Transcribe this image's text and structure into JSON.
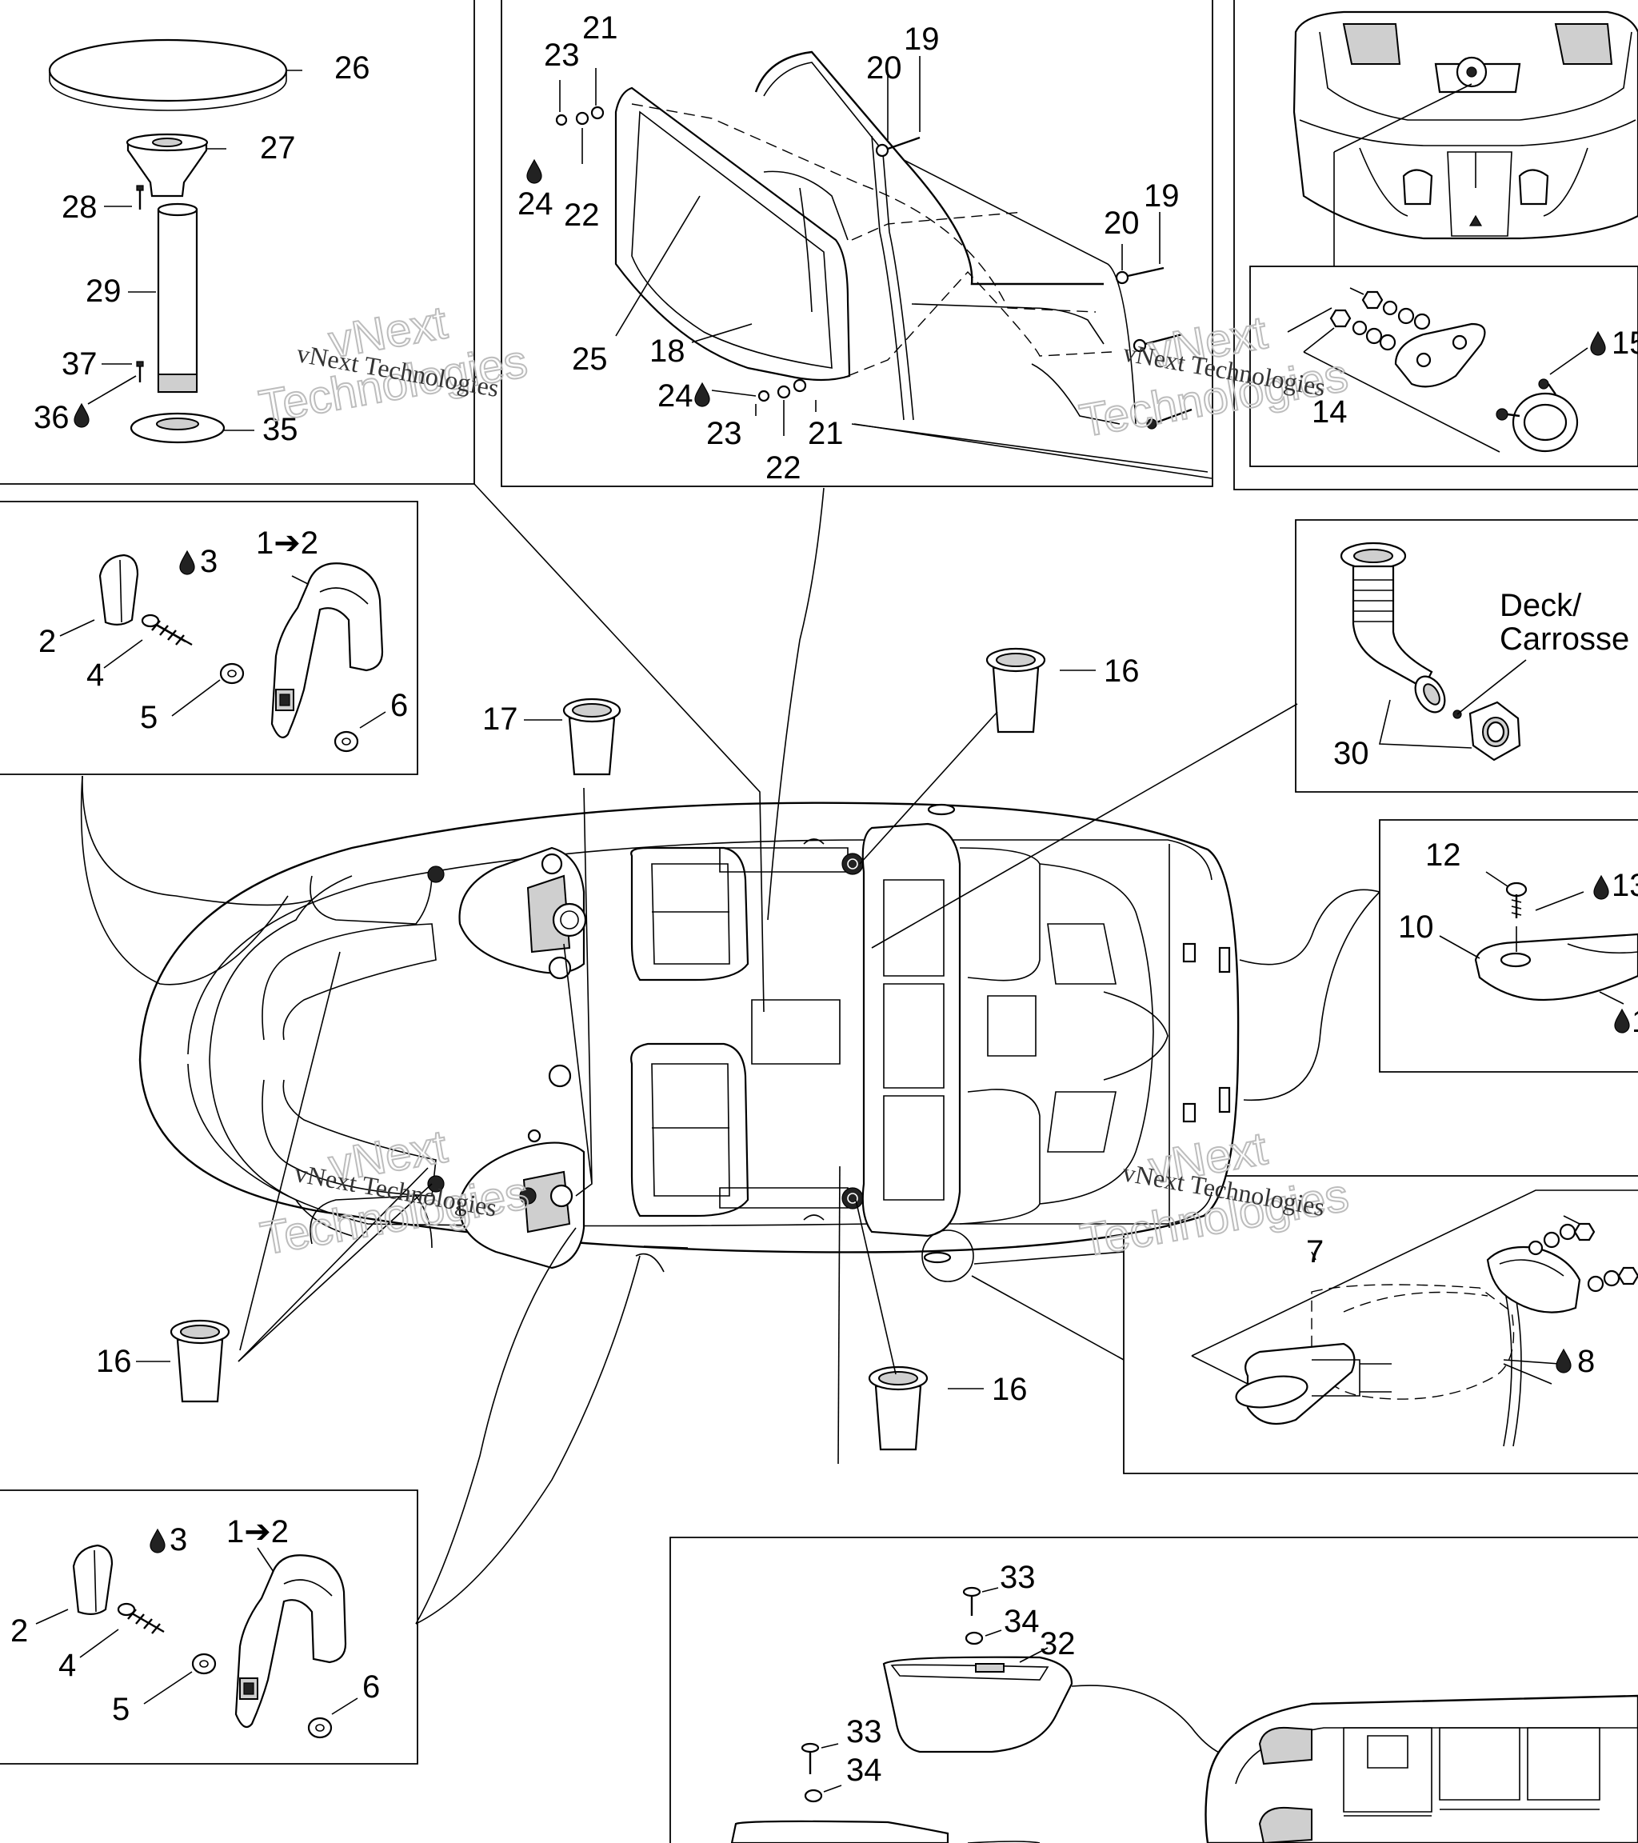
{
  "labels": {
    "l26": "26",
    "l27": "27",
    "l28": "28",
    "l29": "29",
    "l37": "37",
    "l36": "36",
    "l35": "35",
    "l23a": "23",
    "l21a": "21",
    "l24a": "24",
    "l22a": "22",
    "l25": "25",
    "l18": "18",
    "l24b": "24",
    "l23b": "23",
    "l22b": "22",
    "l21b": "21",
    "l20a": "20",
    "l19a": "19",
    "l20b": "20",
    "l19b": "19",
    "l14": "14",
    "l15": "15",
    "l3a": "3",
    "l12a": "1➔2",
    "l2a": "2",
    "l4a": "4",
    "l5a": "5",
    "l6a": "6",
    "l17": "17",
    "l16a": "16",
    "l16b": "16",
    "l16c": "16",
    "l30": "30",
    "deck1": "Deck/",
    "deck2": "Carrosse",
    "l12": "12",
    "l13": "13",
    "l10": "10",
    "l11": "1",
    "l7": "7",
    "l8": "8",
    "l3b": "3",
    "l12b": "1➔2",
    "l2b": "2",
    "l4b": "4",
    "l5b": "5",
    "l6b": "6",
    "l33a": "33",
    "l34a": "34",
    "l32": "32",
    "l33b": "33",
    "l34b": "34"
  },
  "watermark": {
    "line1": "vNext Technologies",
    "line2a": "vNext",
    "line2b": "Technologies"
  },
  "colors": {
    "line": "#000000",
    "background": "#ffffff",
    "watermark": "#bdbdbd"
  }
}
